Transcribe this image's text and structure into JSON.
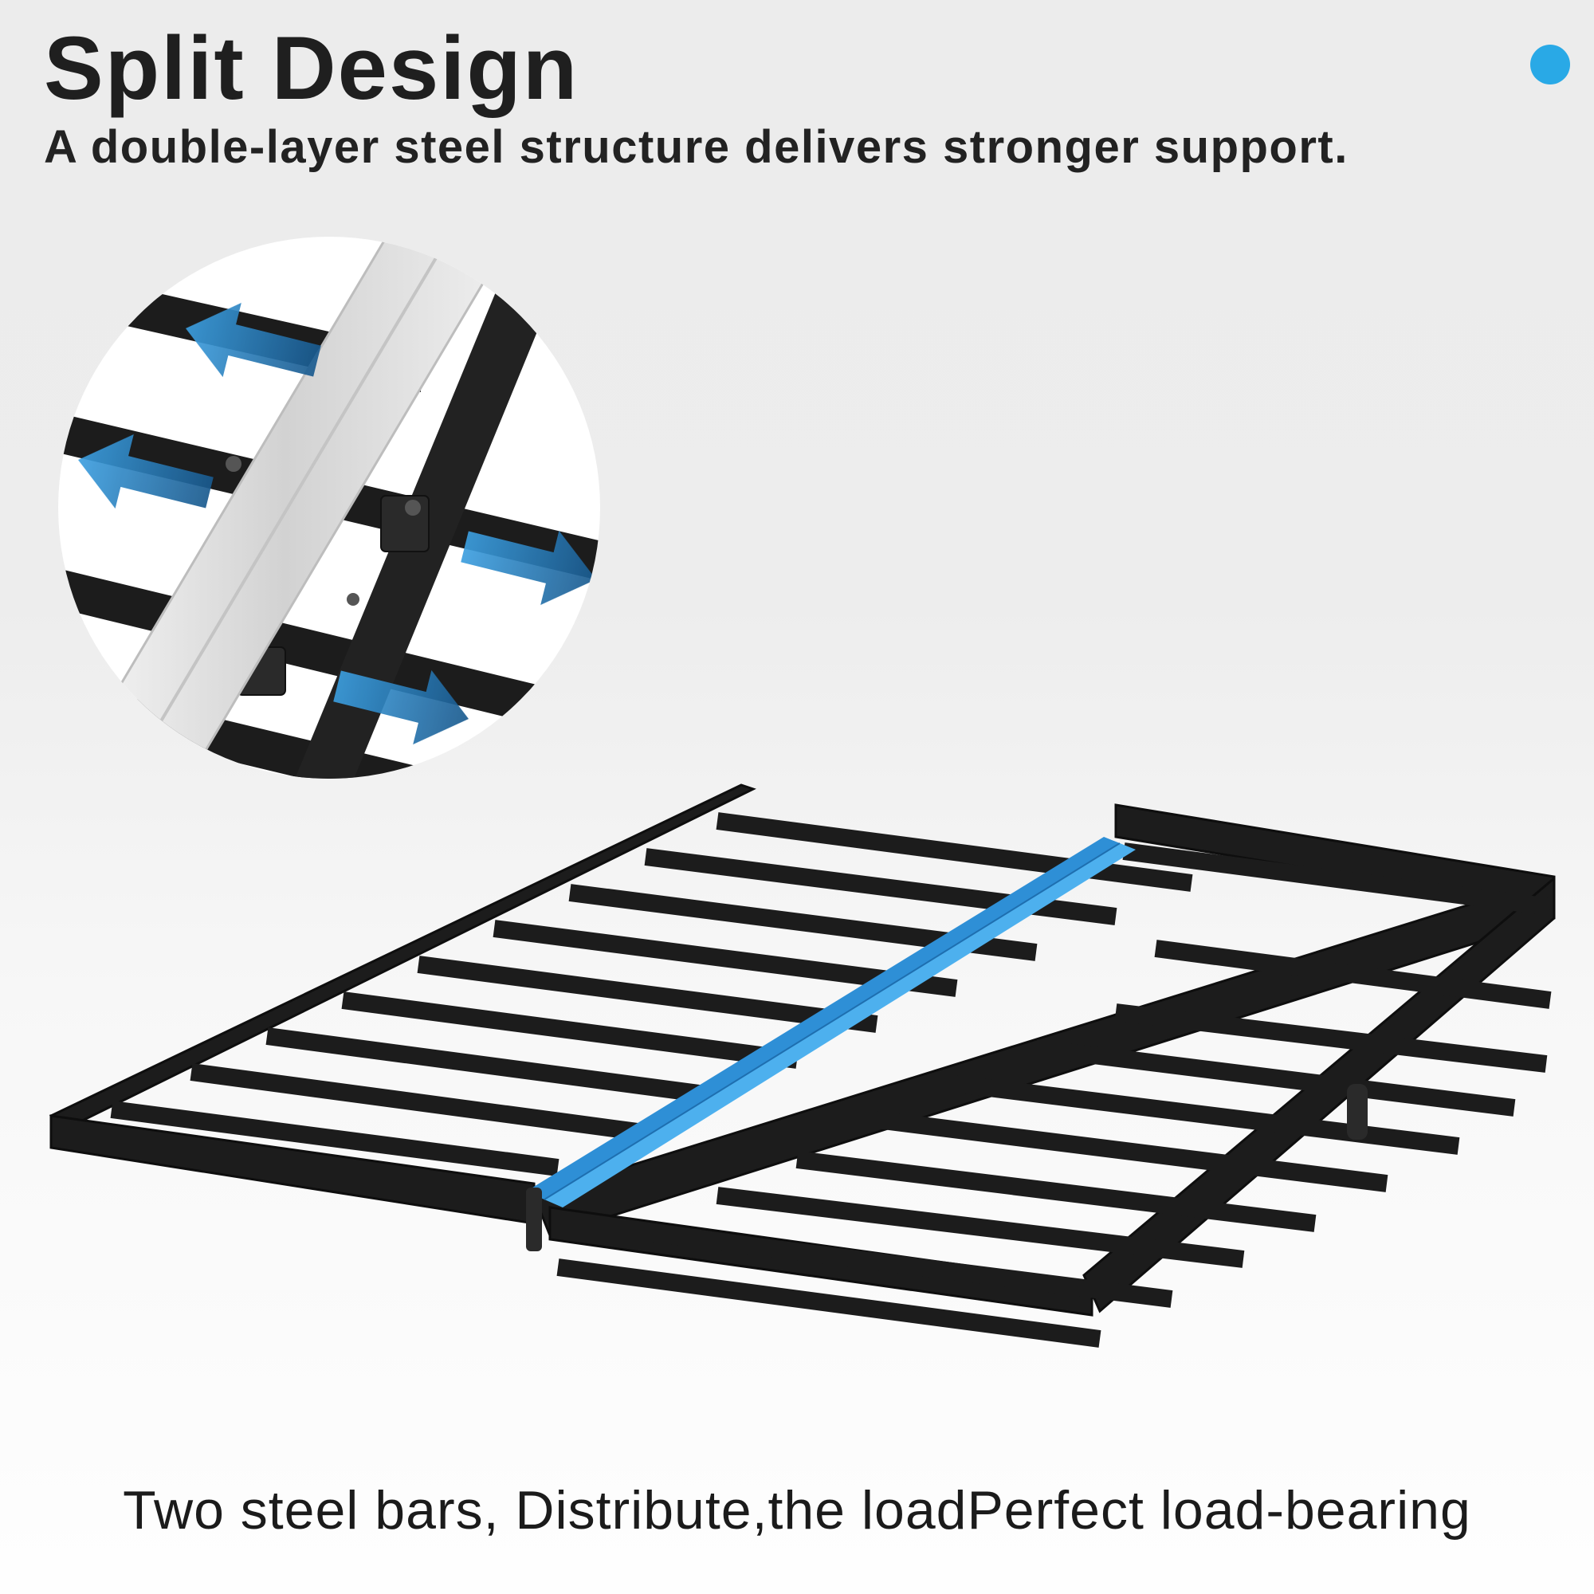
{
  "headline": "Split Design",
  "subheadline": "A double-layer steel structure delivers stronger support.",
  "caption": "Two steel bars, Distribute,the loadPerfect load-bearing",
  "colors": {
    "accent": "#29a9e6",
    "steel": "#1c1c1c",
    "center_bar": "#2e8fd6",
    "center_bar_light": "#4db0ee",
    "silver_beam": "#d9d9d9"
  },
  "icons": {
    "accent_dot": "circle-icon",
    "direction_arrows": "arrow-icon"
  }
}
